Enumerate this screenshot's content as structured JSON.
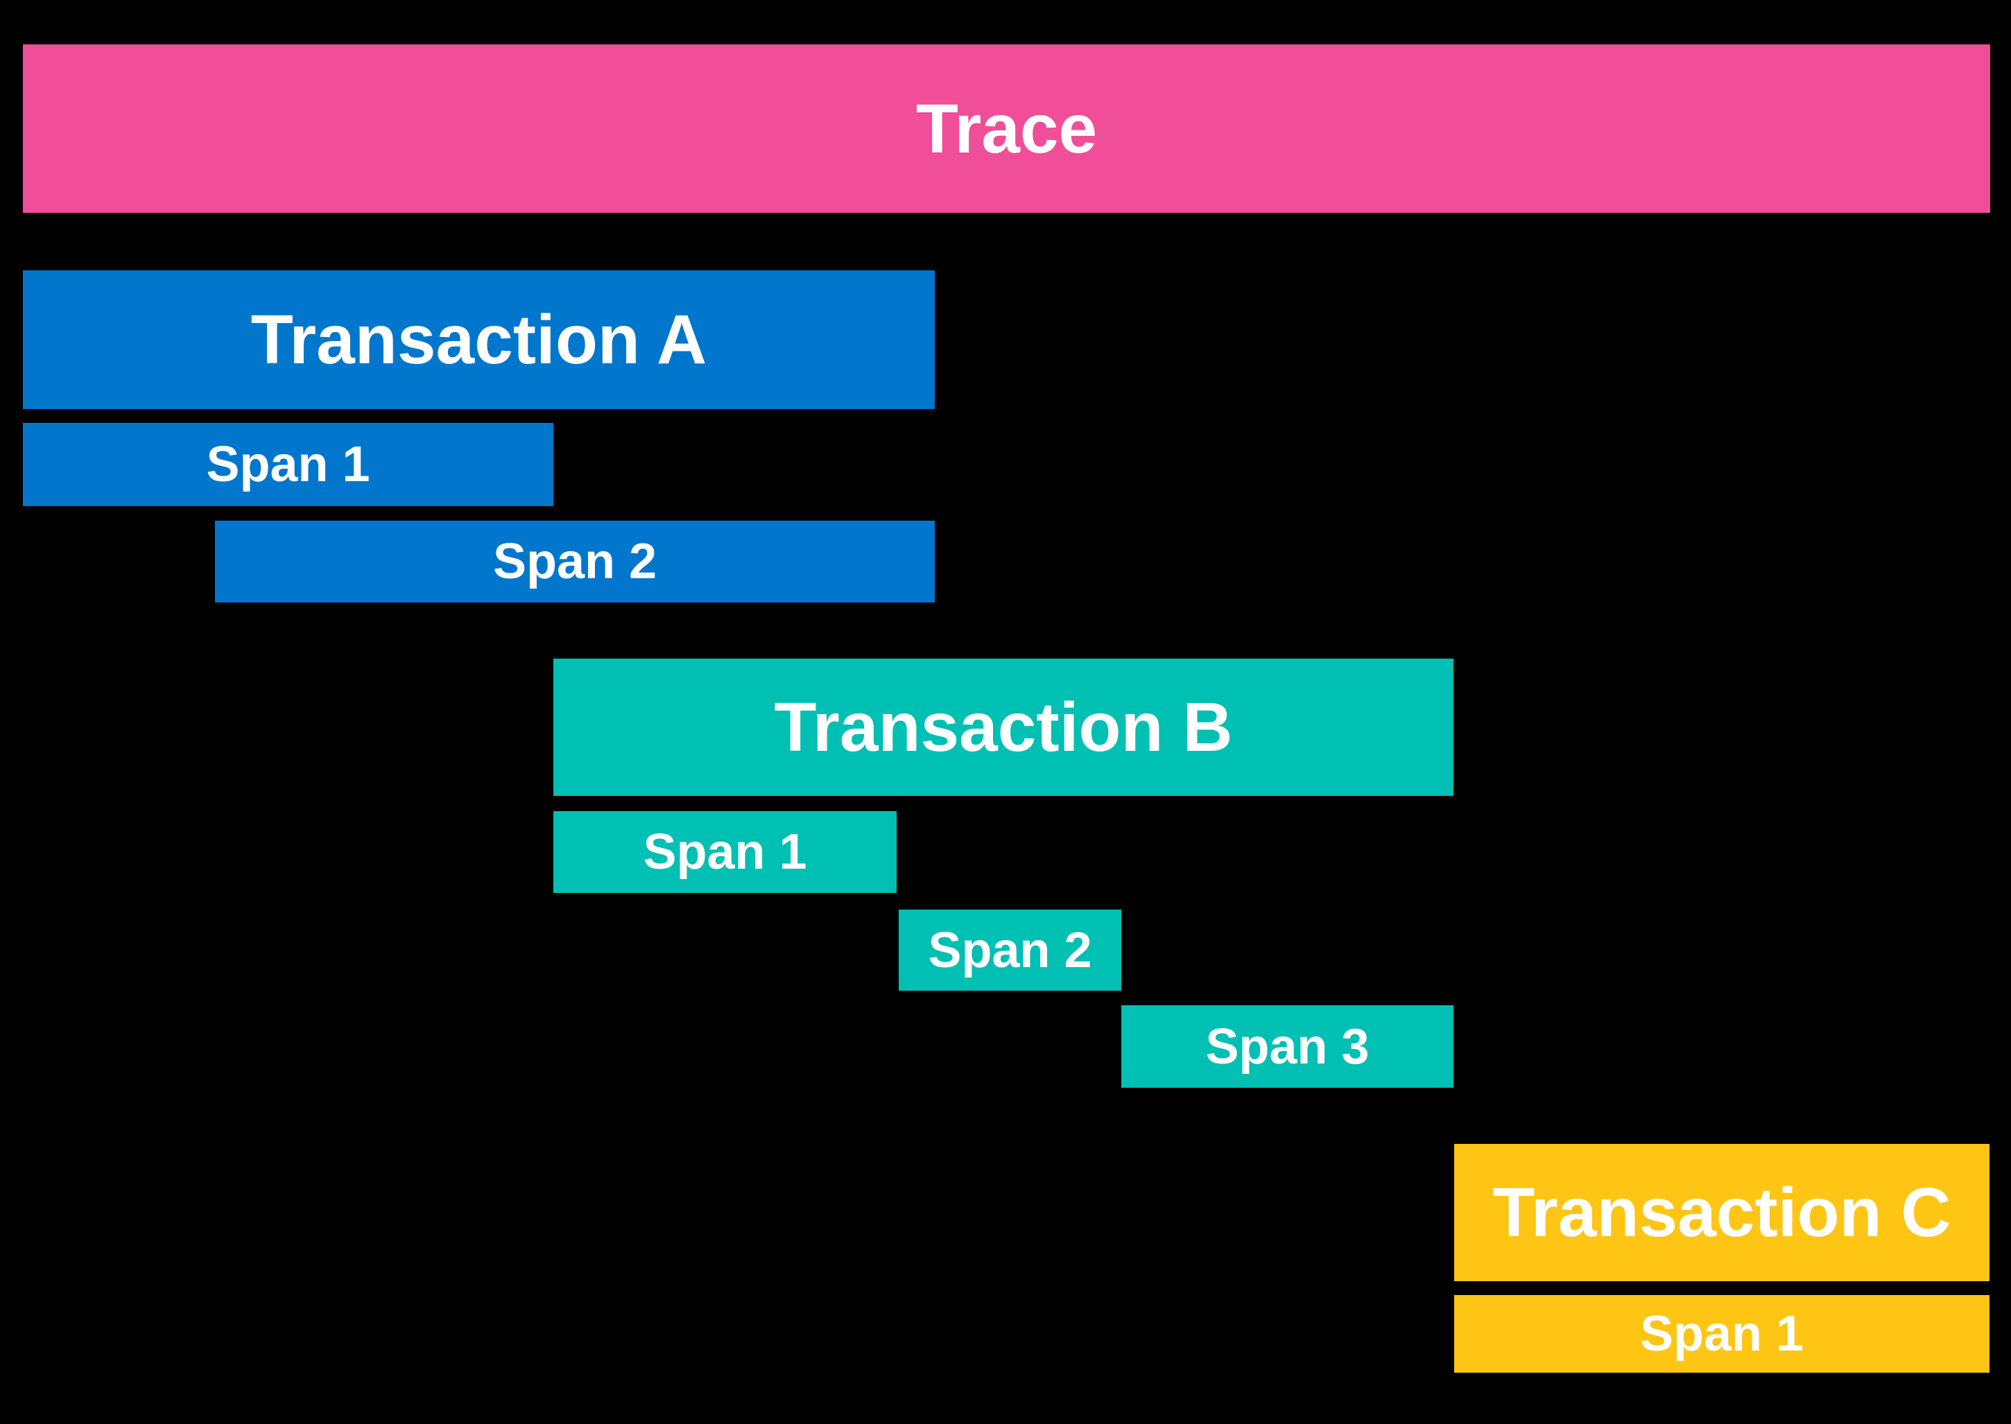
{
  "diagram": {
    "name": "distributed-trace-waterfall",
    "background_color": "#000000",
    "text_color": "#FFFFFF",
    "trace": {
      "label": "Trace",
      "color": "#F04E98"
    },
    "transactions": [
      {
        "label": "Transaction A",
        "color": "#0077CC",
        "spans": [
          {
            "label": "Span 1"
          },
          {
            "label": "Span 2"
          }
        ]
      },
      {
        "label": "Transaction B",
        "color": "#00BFB3",
        "spans": [
          {
            "label": "Span 1"
          },
          {
            "label": "Span 2"
          },
          {
            "label": "Span 3"
          }
        ]
      },
      {
        "label": "Transaction C",
        "color": "#FEC514",
        "spans": [
          {
            "label": "Span 1"
          }
        ]
      }
    ]
  }
}
